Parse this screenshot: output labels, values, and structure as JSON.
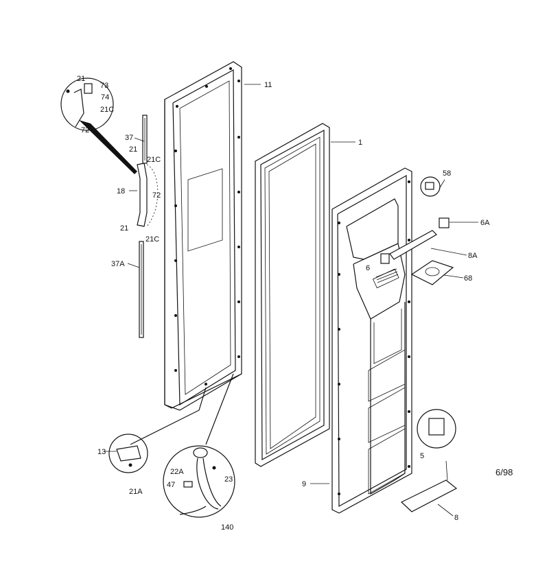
{
  "labels": {
    "l11": "11",
    "l1": "1",
    "l21_top": "21",
    "l73": "73",
    "l74": "74",
    "l21c_inset": "21C",
    "l72_inset": "72",
    "l37": "37",
    "l21_mid": "21",
    "l21c_a": "21C",
    "l18": "18",
    "l72": "72",
    "l21_low": "21",
    "l21c_b": "21C",
    "l37a": "37A",
    "l58": "58",
    "l6a": "6A",
    "l8a": "8A",
    "l6": "6",
    "l68": "68",
    "l13": "13",
    "l21a": "21A",
    "l22a": "22A",
    "l23": "23",
    "l47": "47",
    "l140": "140",
    "l9": "9",
    "l5": "5",
    "l8": "8"
  },
  "date_code": "6/98"
}
